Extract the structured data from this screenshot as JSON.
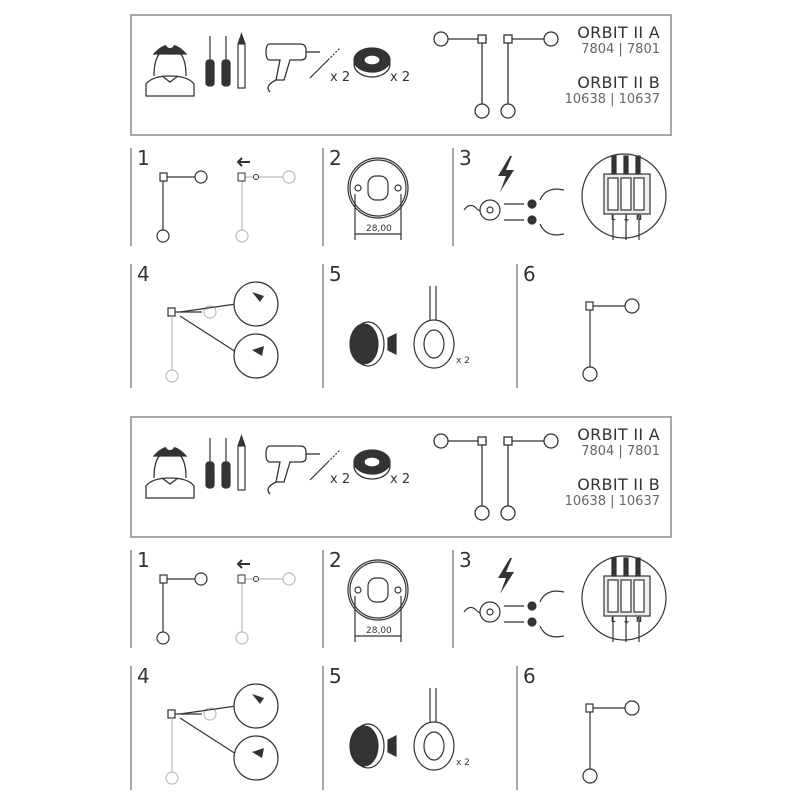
{
  "sheets": [
    {
      "header": {
        "product_a": {
          "name": "ORBIT II A",
          "codes": "7804 | 7801"
        },
        "product_b": {
          "name": "ORBIT II B",
          "codes": "10638 | 10637"
        },
        "qty_screws": "x 2",
        "qty_anchors": "x 2"
      },
      "steps": [
        {
          "number": "1"
        },
        {
          "number": "2",
          "dimension": "28,00"
        },
        {
          "number": "3",
          "terminals": [
            "L",
            "⏚",
            "N"
          ]
        },
        {
          "number": "4"
        },
        {
          "number": "5",
          "qty": "x 2"
        },
        {
          "number": "6"
        }
      ]
    },
    {
      "header": {
        "product_a": {
          "name": "ORBIT II A",
          "codes": "7804 | 7801"
        },
        "product_b": {
          "name": "ORBIT II B",
          "codes": "10638 | 10637"
        },
        "qty_screws": "x 2",
        "qty_anchors": "x 2"
      },
      "steps": [
        {
          "number": "1"
        },
        {
          "number": "2",
          "dimension": "28,00"
        },
        {
          "number": "3",
          "terminals": [
            "L",
            "⏚",
            "N"
          ]
        },
        {
          "number": "4"
        },
        {
          "number": "5",
          "qty": "x 2"
        },
        {
          "number": "6"
        }
      ]
    }
  ],
  "colors": {
    "frame": "#a8a8a8",
    "line": "#333333",
    "faded": "#bbbbbb"
  }
}
